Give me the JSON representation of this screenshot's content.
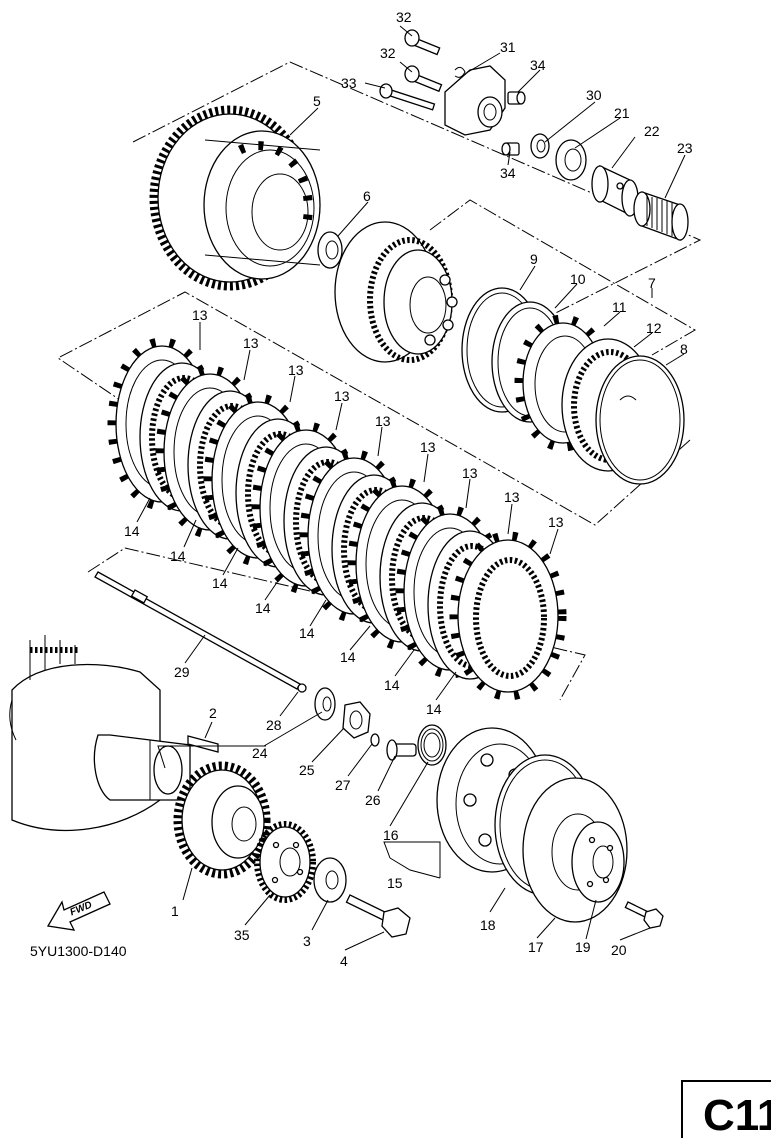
{
  "diagram_code": "5YU1300-D140",
  "page_code": "C11",
  "fwd_label": "FWD",
  "callouts": [
    {
      "id": "c32a",
      "label": "32"
    },
    {
      "id": "c32b",
      "label": "32"
    },
    {
      "id": "c31",
      "label": "31"
    },
    {
      "id": "c34a",
      "label": "34"
    },
    {
      "id": "c33",
      "label": "33"
    },
    {
      "id": "c30",
      "label": "30"
    },
    {
      "id": "c21",
      "label": "21"
    },
    {
      "id": "c22",
      "label": "22"
    },
    {
      "id": "c23",
      "label": "23"
    },
    {
      "id": "c34b",
      "label": "34"
    },
    {
      "id": "c5",
      "label": "5"
    },
    {
      "id": "c6",
      "label": "6"
    },
    {
      "id": "c9",
      "label": "9"
    },
    {
      "id": "c10",
      "label": "10"
    },
    {
      "id": "c7",
      "label": "7"
    },
    {
      "id": "c11",
      "label": "11"
    },
    {
      "id": "c12",
      "label": "12"
    },
    {
      "id": "c8",
      "label": "8"
    },
    {
      "id": "c13a",
      "label": "13"
    },
    {
      "id": "c13b",
      "label": "13"
    },
    {
      "id": "c13c",
      "label": "13"
    },
    {
      "id": "c13d",
      "label": "13"
    },
    {
      "id": "c13e",
      "label": "13"
    },
    {
      "id": "c13f",
      "label": "13"
    },
    {
      "id": "c13g",
      "label": "13"
    },
    {
      "id": "c13h",
      "label": "13"
    },
    {
      "id": "c13i",
      "label": "13"
    },
    {
      "id": "c14a",
      "label": "14"
    },
    {
      "id": "c14b",
      "label": "14"
    },
    {
      "id": "c14c",
      "label": "14"
    },
    {
      "id": "c14d",
      "label": "14"
    },
    {
      "id": "c14e",
      "label": "14"
    },
    {
      "id": "c14f",
      "label": "14"
    },
    {
      "id": "c14g",
      "label": "14"
    },
    {
      "id": "c14h",
      "label": "14"
    },
    {
      "id": "c29",
      "label": "29"
    },
    {
      "id": "c28",
      "label": "28"
    },
    {
      "id": "c2",
      "label": "2"
    },
    {
      "id": "c24",
      "label": "24"
    },
    {
      "id": "c25",
      "label": "25"
    },
    {
      "id": "c27",
      "label": "27"
    },
    {
      "id": "c26",
      "label": "26"
    },
    {
      "id": "c16",
      "label": "16"
    },
    {
      "id": "c15",
      "label": "15"
    },
    {
      "id": "c18",
      "label": "18"
    },
    {
      "id": "c17",
      "label": "17"
    },
    {
      "id": "c19",
      "label": "19"
    },
    {
      "id": "c20",
      "label": "20"
    },
    {
      "id": "c1",
      "label": "1"
    },
    {
      "id": "c35",
      "label": "35"
    },
    {
      "id": "c3",
      "label": "3"
    },
    {
      "id": "c4",
      "label": "4"
    }
  ]
}
